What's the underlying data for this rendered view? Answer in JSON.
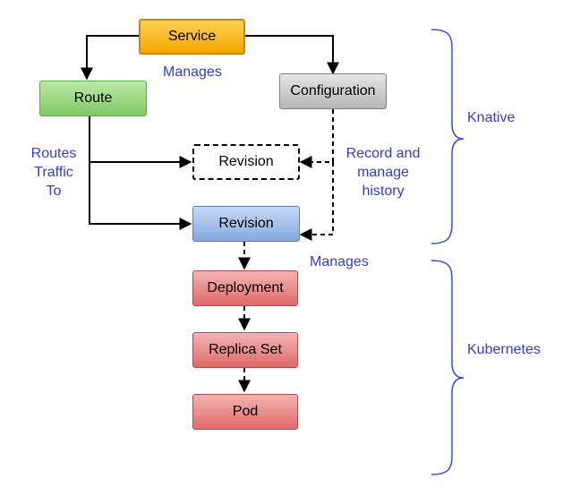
{
  "nodes": {
    "service": "Service",
    "route": "Route",
    "configuration": "Configuration",
    "revision_inactive": "Revision",
    "revision_active": "Revision",
    "deployment": "Deployment",
    "replica_set": "Replica Set",
    "pod": "Pod"
  },
  "labels": {
    "manages_top": "Manages",
    "routes_traffic_line1": "Routes",
    "routes_traffic_line2": "Traffic",
    "routes_traffic_line3": "To",
    "record_line1": "Record and",
    "record_line2": "manage",
    "record_line3": "history",
    "manages_bottom": "Manages"
  },
  "groups": {
    "knative": "Knative",
    "kubernetes": "Kubernetes"
  },
  "colors": {
    "service": "#ffb300",
    "route": "#8cd173",
    "configuration": "#bdbdbd",
    "revision_active": "#93b5e6",
    "kubernetes_nodes": "#ea8080",
    "label_text": "#2f3ed6",
    "brace": "#3a4be0"
  }
}
